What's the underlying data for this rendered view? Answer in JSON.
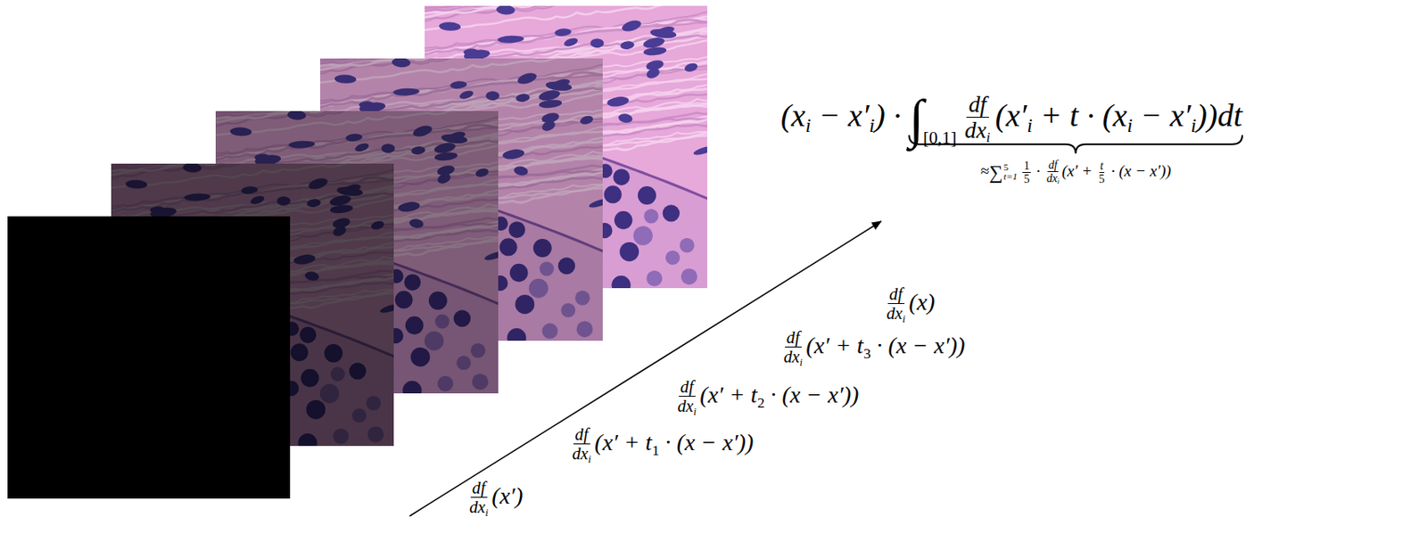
{
  "diagram": {
    "labels": [
      "(x",
      "i",
      " − x′",
      "i",
      ") · ",
      "∫",
      "[0,1]",
      "df",
      "dx",
      "i",
      "(x′",
      "i",
      " + t · (x",
      "i",
      " − x′",
      "i",
      "))dt",
      "≈",
      "∑",
      "t=1",
      "5",
      "1",
      "5",
      " · ",
      "df",
      "dx",
      "i",
      "(x′ + ",
      "t",
      "5",
      " · (x − x′))",
      "df",
      "dx",
      "i",
      "(x)",
      "df",
      "dx",
      "i",
      "(x′ + t",
      "3",
      " · (x − x′))",
      "df",
      "dx",
      "i",
      "(x′ + t",
      "2",
      " · (x − x′))",
      "df",
      "dx",
      "i",
      "(x′ + t",
      "1",
      " · (x − x′))",
      "df",
      "dx",
      "i",
      "(x′)"
    ]
  }
}
